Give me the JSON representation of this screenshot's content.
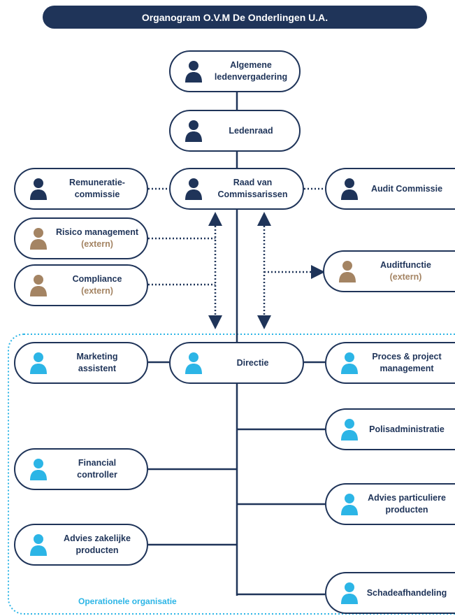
{
  "title": "Organogram O.V.M De Onderlingen U.A.",
  "colors": {
    "navy": "#1f3459",
    "brown": "#a48463",
    "cyan": "#2cb5e6"
  },
  "nodes": {
    "alv": {
      "line1": "Algemene",
      "line2": "ledenvergadering"
    },
    "ledenraad": {
      "line1": "Ledenraad"
    },
    "raad": {
      "line1": "Raad van",
      "line2": "Commissarissen"
    },
    "remuneratie": {
      "line1": "Remuneratie-",
      "line2": "commissie"
    },
    "audit_commissie": {
      "line1": "Audit Commissie"
    },
    "risico": {
      "line1": "Risico management",
      "sub": "(extern)"
    },
    "compliance": {
      "line1": "Compliance",
      "sub": "(extern)"
    },
    "auditfunctie": {
      "line1": "Auditfunctie",
      "sub": "(extern)"
    },
    "directie": {
      "line1": "Directie"
    },
    "marketing": {
      "line1": "Marketing",
      "line2": "assistent"
    },
    "proces": {
      "line1": "Proces & project",
      "line2": "management"
    },
    "polis": {
      "line1": "Polisadministratie"
    },
    "financial": {
      "line1": "Financial",
      "line2": "controller"
    },
    "advies_part": {
      "line1": "Advies particuliere",
      "line2": "producten"
    },
    "advies_zak": {
      "line1": "Advies zakelijke",
      "line2": "producten"
    },
    "schade": {
      "line1": "Schadeafhandeling"
    }
  },
  "operational_label": "Operationele organisatie"
}
